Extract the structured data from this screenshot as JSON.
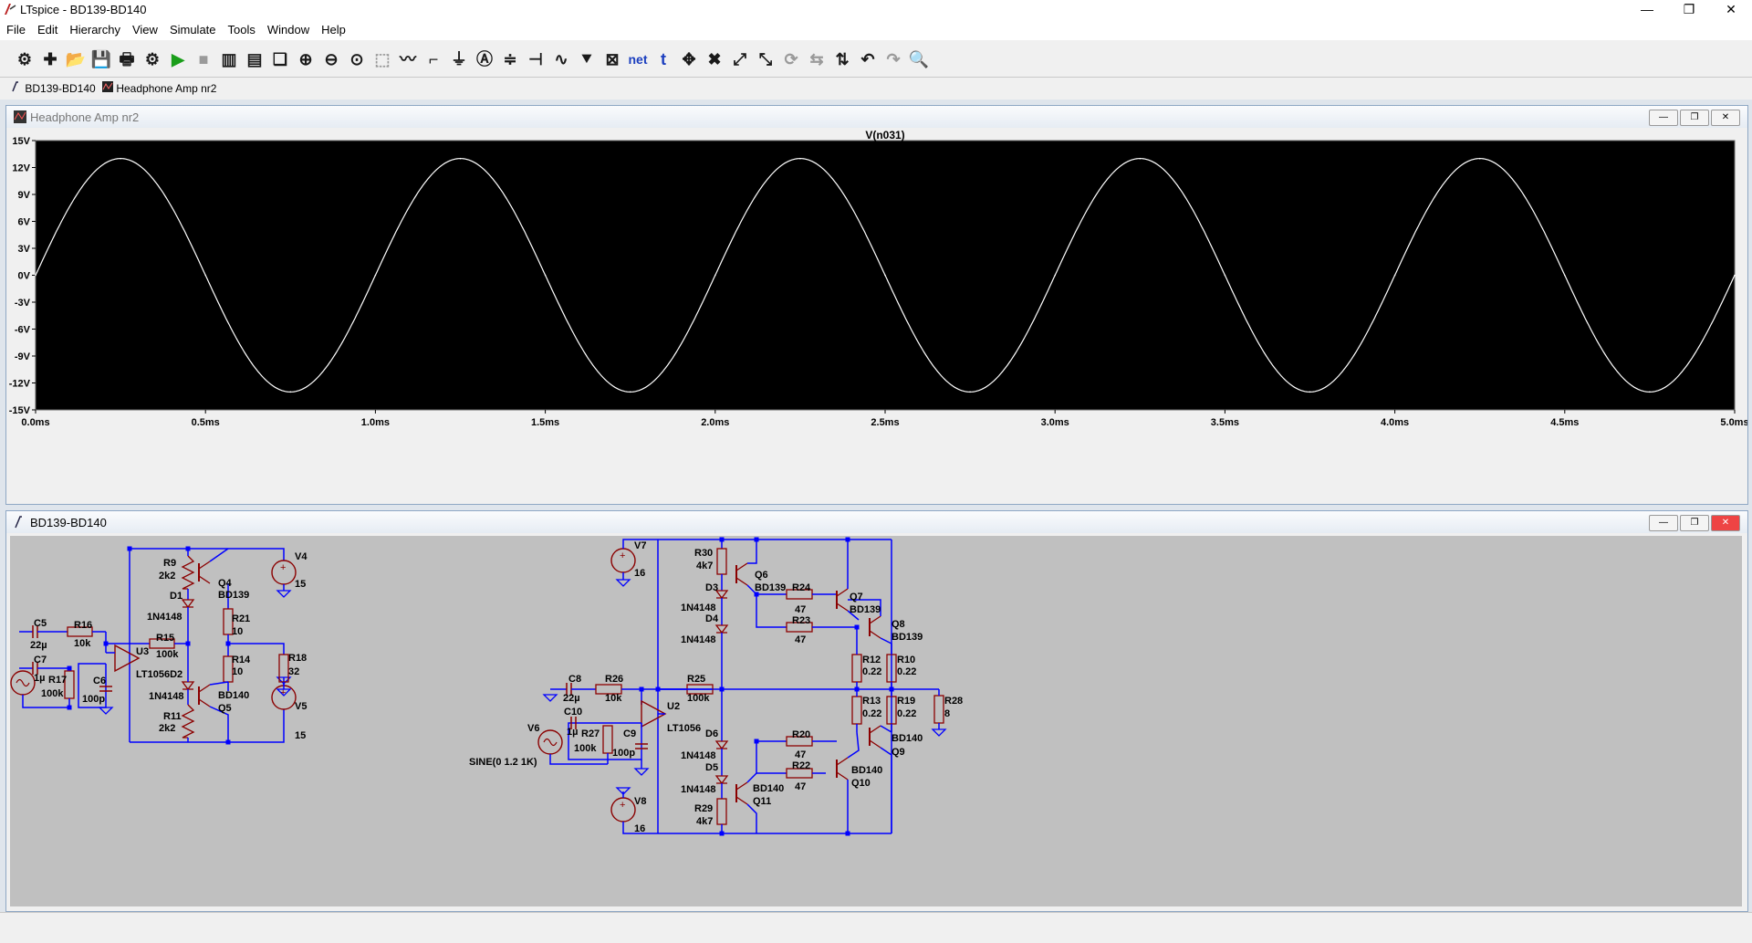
{
  "window": {
    "title": "LTspice - BD139-BD140",
    "minimize": "—",
    "maximize": "❐",
    "close": "✕"
  },
  "menu": [
    "File",
    "Edit",
    "Hierarchy",
    "View",
    "Simulate",
    "Tools",
    "Window",
    "Help"
  ],
  "toolbar": [
    "settings-icon",
    "new-schematic-icon",
    "open-icon",
    "save-icon",
    "print-icon",
    "control-panel-icon",
    "run-icon",
    "halt-icon",
    "tile-vertical-icon",
    "tile-horizontal-icon",
    "cascade-icon",
    "zoom-in-icon",
    "zoom-out-icon",
    "zoom-fit-icon",
    "zoom-area-icon",
    "waveform-icon",
    "wire-icon",
    "ground-icon",
    "label-icon",
    "resistor-icon",
    "capacitor-icon",
    "inductor-icon",
    "diode-icon",
    "component-icon",
    "net-icon",
    "text-icon",
    "move-icon",
    "delete-icon",
    "duplicate-icon",
    "drag-icon",
    "rotate-icon",
    "mirror-icon",
    "flip-icon",
    "undo-icon",
    "redo-icon",
    "find-icon"
  ],
  "tabs": [
    {
      "label": "BD139-BD140"
    },
    {
      "label": "Headphone Amp nr2"
    }
  ],
  "plot_window": {
    "title": "Headphone Amp nr2"
  },
  "schematic_window": {
    "title": "BD139-BD140"
  },
  "colors": {
    "plot_bg": "#000000",
    "trace": "#ffffff",
    "wire": "#0000ff",
    "schem_bg": "#c0c0c0",
    "component": "#8b0000"
  },
  "chart_data": {
    "type": "line",
    "title": "V(n031)",
    "xlabel": "",
    "ylabel": "",
    "xlim": [
      0,
      5
    ],
    "ylim": [
      -15,
      15
    ],
    "x_unit": "ms",
    "y_unit": "V",
    "yticks": [
      "15V",
      "12V",
      "9V",
      "6V",
      "3V",
      "0V",
      "-3V",
      "-6V",
      "-9V",
      "-12V",
      "-15V"
    ],
    "xticks": [
      "0.0ms",
      "0.5ms",
      "1.0ms",
      "1.5ms",
      "2.0ms",
      "2.5ms",
      "3.0ms",
      "3.5ms",
      "4.0ms",
      "4.5ms",
      "5.0ms"
    ],
    "series": [
      {
        "amplitude": 13,
        "frequency_khz": 1,
        "x": [
          0,
          0.25,
          0.5,
          0.75,
          1.0,
          1.25,
          1.5,
          1.75,
          2.0,
          2.25,
          2.5,
          2.75,
          3.0,
          3.25,
          3.5,
          3.75,
          4.0,
          4.25,
          4.5,
          4.75,
          5.0
        ],
        "values": [
          0,
          13,
          0,
          -13,
          0,
          13,
          0,
          -13,
          0,
          13,
          0,
          -13,
          0,
          13,
          0,
          -13,
          0,
          13,
          0,
          -13,
          0
        ]
      }
    ],
    "grid": false
  },
  "schematic": {
    "labels": {
      "R9": "R9",
      "R9v": "2k2",
      "Q4": "Q4",
      "Q4m": "BD139",
      "D1": "D1",
      "D1m": "1N4148",
      "R21": "R21",
      "R21v": "10",
      "C5": "C5",
      "C5v": "22µ",
      "R16": "R16",
      "R16v": "10k",
      "R15": "R15",
      "R15v": "100k",
      "U3": "U3",
      "U3m": "LT1056D2",
      "C7": "C7",
      "C7v": "1µ",
      "R17": "R17",
      "R17v": "100k",
      "C6": "C6",
      "C6v": "100p",
      "R14": "R14",
      "R14v": "10",
      "D2m": "1N4148",
      "Q5": "Q5",
      "Q5m": "BD140",
      "R11": "R11",
      "R11v": "2k2",
      "V4": "V4",
      "V4v": "15",
      "R18": "R18",
      "R18v": "32",
      "V5": "V5",
      "V5v": "15",
      "V7": "V7",
      "V7v": "16",
      "R30": "R30",
      "R30v": "4k7",
      "D3": "D3",
      "D3m": "1N4148",
      "D4": "D4",
      "D4m": "1N4148",
      "Q6": "Q6",
      "Q6m": "BD139",
      "R24": "R24",
      "R24v": "47",
      "R23": "R23",
      "R23v": "47",
      "Q7": "Q7",
      "Q7m": "BD139",
      "Q8": "Q8",
      "Q8m": "BD139",
      "R12": "R12",
      "R12v": "0.22",
      "R10": "R10",
      "R10v": "0.22",
      "R13": "R13",
      "R13v": "0.22",
      "R19": "R19",
      "R19v": "0.22",
      "R28": "R28",
      "R28v": "8",
      "C8": "C8",
      "C8v": "22µ",
      "R26": "R26",
      "R26v": "10k",
      "R25": "R25",
      "R25v": "100k",
      "U2": "U2",
      "U2m": "LT1056",
      "C10": "C10",
      "C10v": "1µ",
      "V6": "V6",
      "V6src": "SINE(0 1.2 1K)",
      "R27": "R27",
      "R27v": "100k",
      "C9": "C9",
      "C9v": "100p",
      "D6": "D6",
      "D6m": "1N4148",
      "D5": "D5",
      "D5m": "1N4148",
      "R20": "R20",
      "R20v": "47",
      "R22": "R22",
      "R22v": "47",
      "Q9": "Q9",
      "Q9m": "BD140",
      "Q10": "Q10",
      "Q10m": "BD140",
      "Q11": "Q11",
      "Q11m": "BD140",
      "R29": "R29",
      "R29v": "4k7",
      "V8": "V8",
      "V8v": "16"
    }
  }
}
